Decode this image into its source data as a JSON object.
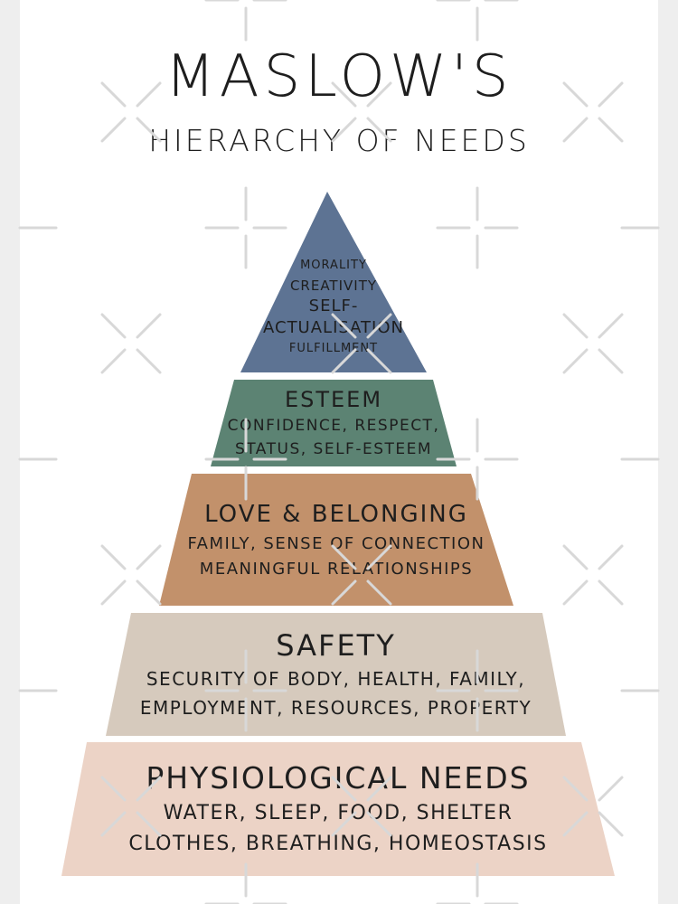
{
  "title": "MASLOW'S",
  "subtitle": "HIERARCHY OF NEEDS",
  "colors": {
    "self_actualisation": "#5d7393",
    "esteem": "#5c8373",
    "love_belonging": "#c2916b",
    "safety": "#d6cabd",
    "physiological": "#ecd3c6",
    "watermark": "#d8d8d8"
  },
  "tiers": {
    "self_actualisation": {
      "line1": "MORALITY",
      "line2": "CREATIVITY",
      "name1": "SELF-",
      "name2": "ACTUALISATION",
      "line3": "FULFILLMENT"
    },
    "esteem": {
      "name": "ESTEEM",
      "line1": "CONFIDENCE, RESPECT,",
      "line2": "STATUS, SELF-ESTEEM"
    },
    "love_belonging": {
      "name": "LOVE & BELONGING",
      "line1": "FAMILY, SENSE OF CONNECTION",
      "line2": "MEANINGFUL RELATIONSHIPS"
    },
    "safety": {
      "name": "SAFETY",
      "line1": "SECURITY OF BODY, HEALTH, FAMILY,",
      "line2": "EMPLOYMENT, RESOURCES, PROPERTY"
    },
    "physiological": {
      "name": "PHYSIOLOGICAL NEEDS",
      "line1": "WATER, SLEEP, FOOD, SHELTER",
      "line2": "CLOTHES, BREATHING, HOMEOSTASIS"
    }
  }
}
